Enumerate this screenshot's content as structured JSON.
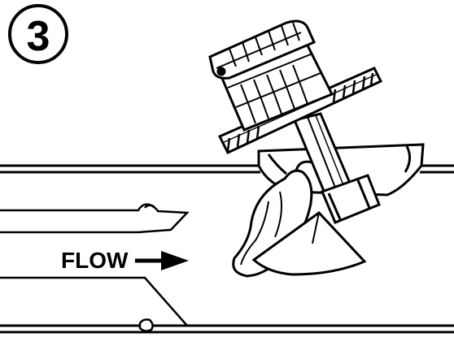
{
  "step_badge": {
    "number": "3"
  },
  "flow": {
    "label": "FLOW",
    "direction": "right"
  },
  "colors": {
    "ink": "#000000",
    "paper": "#ffffff"
  }
}
